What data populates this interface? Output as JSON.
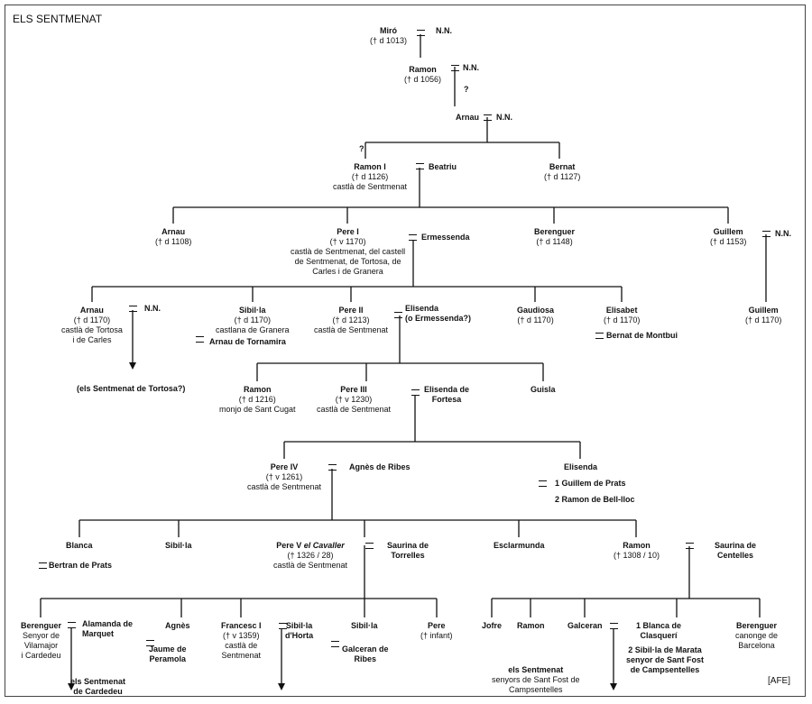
{
  "title": "ELS SENTMENAT",
  "credit": "[AFE]",
  "question_marks": [
    "?",
    "?"
  ],
  "people": [
    {
      "name": "Miró",
      "details": [
        "(† d 1013)"
      ]
    },
    {
      "name": "Ramon",
      "details": [
        "(† d 1056)"
      ]
    },
    {
      "name": "Arnau",
      "details": []
    },
    {
      "name": "Ramon I",
      "details": [
        "(† d 1126)",
        "castlà de Sentmenat"
      ]
    },
    {
      "name": "Bernat",
      "details": [
        "(† d 1127)"
      ]
    },
    {
      "name": "Arnau",
      "details": [
        "(† d 1108)"
      ]
    },
    {
      "name": "Pere I",
      "details": [
        "(† v 1170)",
        "castlà de Sentmenat, del castell",
        "de Sentmenat, de Tortosa, de",
        "Carles i de Granera"
      ]
    },
    {
      "name": "Berenguer",
      "details": [
        "(† d 1148)"
      ]
    },
    {
      "name": "Guillem",
      "details": [
        "(† d 1153)"
      ]
    },
    {
      "name": "Arnau",
      "details": [
        "(† d 1170)",
        "castlà de Tortosa",
        "i de Carles"
      ]
    },
    {
      "name": "Sibil·la",
      "details": [
        "(† d 1170)",
        "castlana de Granera"
      ]
    },
    {
      "name": "Pere II",
      "details": [
        "(† d 1213)",
        "castlà de Sentmenat"
      ]
    },
    {
      "name": "Gaudiosa",
      "details": [
        "(† d 1170)"
      ]
    },
    {
      "name": "Elisabet",
      "details": [
        "(† d 1170)"
      ]
    },
    {
      "name": "Guillem",
      "details": [
        "(† d 1170)"
      ]
    },
    {
      "name": "Ramon",
      "details": [
        "(† d 1216)",
        "monjo de Sant Cugat"
      ]
    },
    {
      "name": "Pere III",
      "details": [
        "(† v 1230)",
        "castlà de Sentmenat"
      ]
    },
    {
      "name": "Guisla",
      "details": []
    },
    {
      "name": "Pere IV",
      "details": [
        "(† v 1261)",
        "castlà de Sentmenat"
      ]
    },
    {
      "name": "Elisenda",
      "details": []
    },
    {
      "name": "Blanca",
      "details": []
    },
    {
      "name": "Sibil·la",
      "details": []
    },
    {
      "name": "Pere V",
      "name_extra": "el Cavaller",
      "details": [
        "(† 1326 / 28)",
        "castlà de Sentmenat"
      ]
    },
    {
      "name": "Esclarmunda",
      "details": []
    },
    {
      "name": "Ramon",
      "details": [
        "(† 1308 / 10)"
      ]
    },
    {
      "name": "Berenguer",
      "details": [
        "Senyor de",
        "Vilamajor",
        "i Cardedeu"
      ]
    },
    {
      "name": "Agnès",
      "details": []
    },
    {
      "name": "Francesc I",
      "details": [
        "(† v 1359)",
        "castlà de",
        "Sentmenat"
      ]
    },
    {
      "name": "Sibil·la",
      "details": []
    },
    {
      "name": "Pere",
      "details": [
        "(† infant)"
      ]
    },
    {
      "name": "Jofre",
      "details": []
    },
    {
      "name": "Ramon",
      "details": []
    },
    {
      "name": "Galceran",
      "details": []
    },
    {
      "name": "Berenguer",
      "details": [
        "canonge de",
        "Barcelona"
      ]
    }
  ],
  "spouses": [
    {
      "lines": [
        "N.N."
      ]
    },
    {
      "lines": [
        "N.N."
      ]
    },
    {
      "lines": [
        "N.N."
      ]
    },
    {
      "lines": [
        "Beatriu"
      ]
    },
    {
      "lines": [
        "Ermessenda"
      ]
    },
    {
      "lines": [
        "N.N."
      ]
    },
    {
      "lines": [
        "N.N."
      ]
    },
    {
      "lines": [
        "Arnau de Tornamira"
      ]
    },
    {
      "lines": [
        "Elisenda",
        "(o Ermessenda?)"
      ]
    },
    {
      "lines": [
        "Bernat de Montbui"
      ]
    },
    {
      "lines": [
        "Elisenda de",
        "Fortesa"
      ]
    },
    {
      "lines": [
        "Agnès de Ribes"
      ]
    },
    {
      "lines": [
        "1 Guillem de Prats"
      ]
    },
    {
      "lines": [
        "2 Ramon de Bell-lloc"
      ]
    },
    {
      "lines": [
        "Bertran de Prats"
      ]
    },
    {
      "lines": [
        "Saurina de",
        "Torrelles"
      ]
    },
    {
      "lines": [
        "Saurina de",
        "Centelles"
      ]
    },
    {
      "lines": [
        "Alamanda de",
        "Marquet"
      ]
    },
    {
      "lines": [
        "Jaume de",
        "Peramola"
      ]
    },
    {
      "lines": [
        "Sibil·la",
        "d'Horta"
      ]
    },
    {
      "lines": [
        "Galceran de",
        "Ribes"
      ]
    },
    {
      "lines": [
        "1 Blanca de",
        "Clasquerí"
      ]
    },
    {
      "lines": [
        "2 Sibil·la de Marata",
        "senyor de Sant Fost",
        "de Campsentelles"
      ]
    }
  ],
  "descendant_notes": [
    {
      "lines": [
        "(els Sentmenat de Tortosa?)"
      ]
    },
    {
      "lines": [
        "els Sentmenat",
        "de Cardedeu"
      ]
    },
    {
      "lines": [
        "els Sentmenat",
        "senyors de Sant Fost de",
        "Campsentelles"
      ]
    }
  ]
}
